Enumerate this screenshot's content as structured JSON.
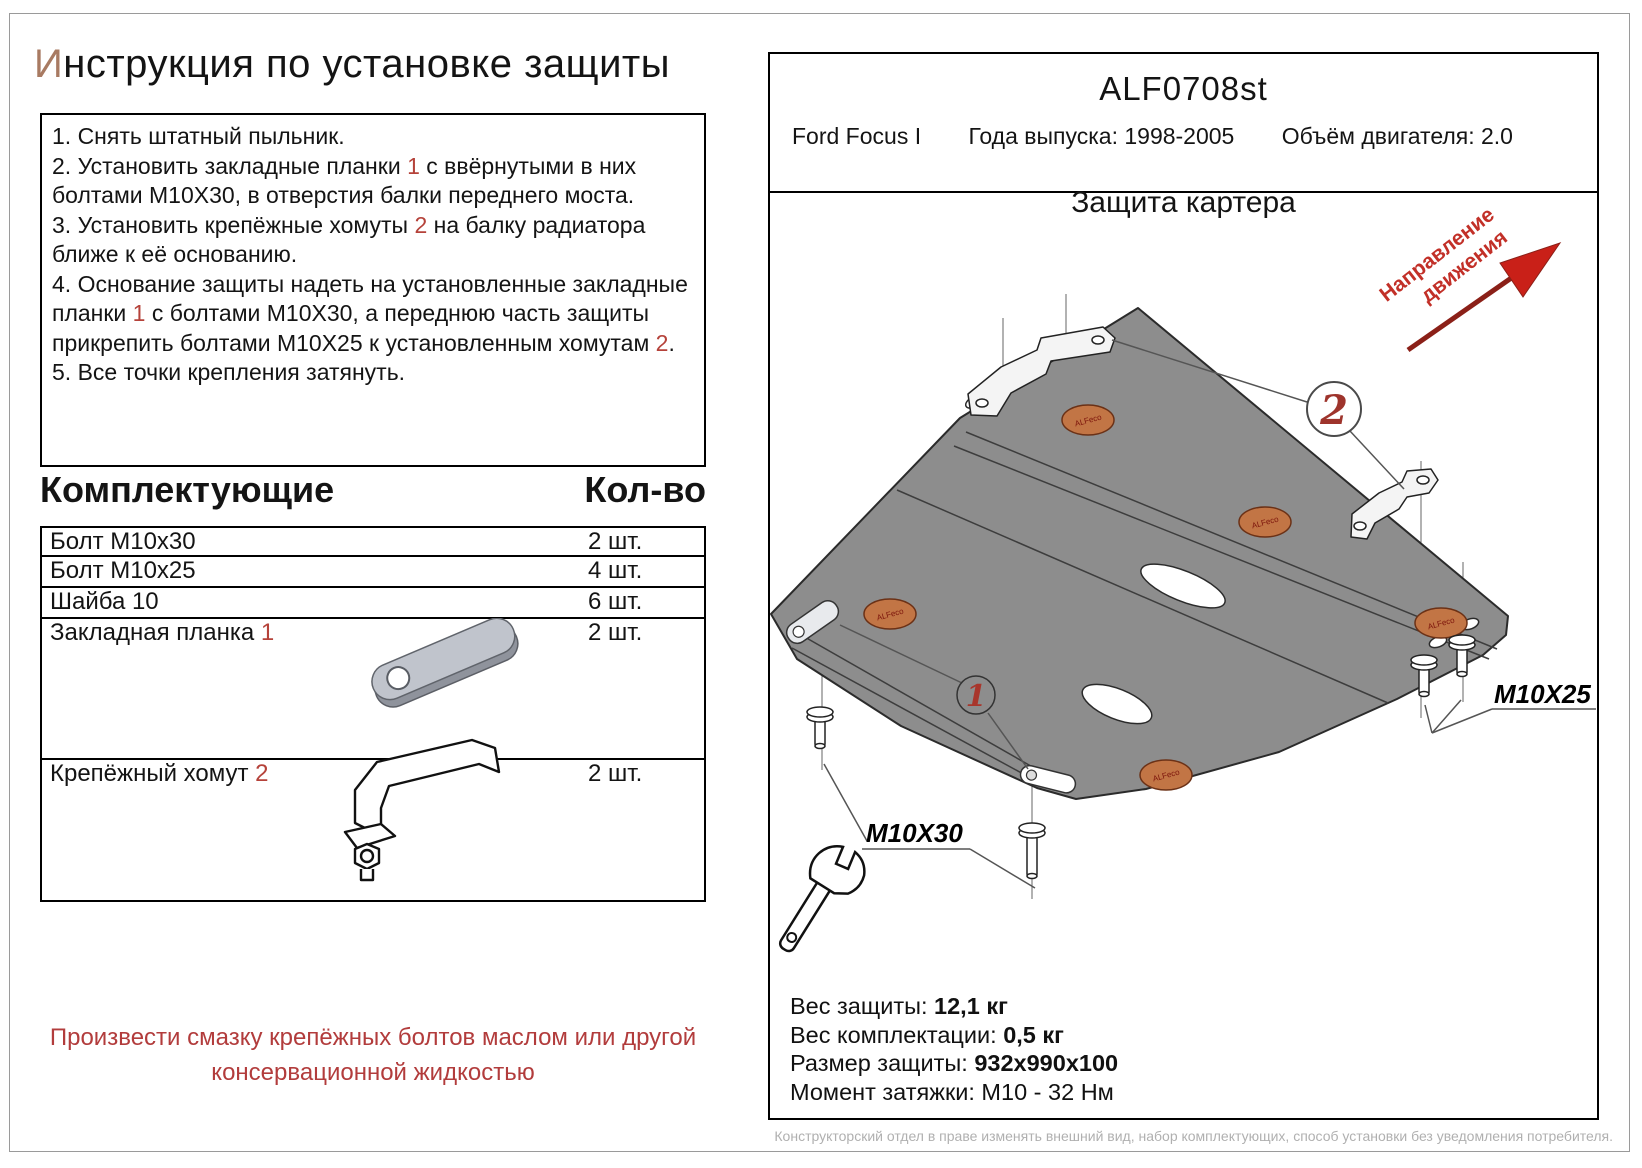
{
  "title": {
    "first_letter": "И",
    "rest": "нструкция по установке защиты"
  },
  "instructions": {
    "steps": [
      [
        {
          "t": "1. Снять штатный пыльник."
        }
      ],
      [
        {
          "t": "2. Установить закладные планки "
        },
        {
          "t": "1",
          "red": true
        },
        {
          "t": " с ввёрнутыми в них болтами М10Х30, в отверстия балки переднего моста."
        }
      ],
      [
        {
          "t": "3. Установить крепёжные хомуты "
        },
        {
          "t": "2",
          "red": true
        },
        {
          "t": " на балку радиатора ближе к её основанию."
        }
      ],
      [
        {
          "t": "4. Основание защиты надеть на установленные закладные планки "
        },
        {
          "t": "1",
          "red": true
        },
        {
          "t": " с болтами М10Х30, а переднюю часть защиты прикрепить  болтами М10Х25 к установленным хомутам "
        },
        {
          "t": "2",
          "red": true
        },
        {
          "t": "."
        }
      ],
      [
        {
          "t": "5. Все точки крепления затянуть."
        }
      ]
    ]
  },
  "components": {
    "header": "Комплектующие",
    "qty_header": "Кол-во",
    "rows": [
      {
        "name": "Болт М10х30",
        "ref": "",
        "qty": "2 шт."
      },
      {
        "name": "Болт М10х25",
        "ref": "",
        "qty": "4 шт."
      },
      {
        "name": "Шайба 10",
        "ref": "",
        "qty": "6 шт."
      },
      {
        "name": "Закладная планка ",
        "ref": "1",
        "qty": "2 шт."
      },
      {
        "name": "Крепёжный хомут ",
        "ref": "2",
        "qty": "2 шт."
      }
    ]
  },
  "warning": {
    "line1": "Произвести смазку крепёжных болтов маслом или другой",
    "line2": "консервационной жидкостью"
  },
  "panel": {
    "code": "ALF0708st",
    "model": "Ford Focus I",
    "years_label": "Года выпуска: 1998-2005",
    "engine_label": "Объём двигателя: 2.0",
    "diagram_title": "Защита картера",
    "direction_line1": "Направление",
    "direction_line2": "движения",
    "label_m10x30": "M10X30",
    "label_m10x25": "M10X25",
    "callout_1": "1",
    "callout_2": "2",
    "badge_text": "ALFeco"
  },
  "specs": {
    "rows": [
      {
        "label": "Вес защиты:",
        "value": "12,1 кг",
        "bold": true
      },
      {
        "label": "Вес комплектации:",
        "value": "0,5 кг",
        "bold": true
      },
      {
        "label": "Размер защиты:",
        "value": "932x990x100",
        "bold": true
      },
      {
        "label": "Момент затяжки:  ",
        "value": "М10 - 32 Нм",
        "bold": false
      }
    ]
  },
  "footer": {
    "disclaimer": "Конструкторский отдел в праве изменять внешний вид, набор комплектующих, способ установки без уведомления потребителя."
  },
  "colors": {
    "accent_red": "#b5423a",
    "warning_red": "#b23c3c",
    "title_letter": "#a87a62",
    "arrow_red": "#c92018",
    "plate_gray": "#8d8d8d",
    "badge_orange": "#c27545"
  }
}
